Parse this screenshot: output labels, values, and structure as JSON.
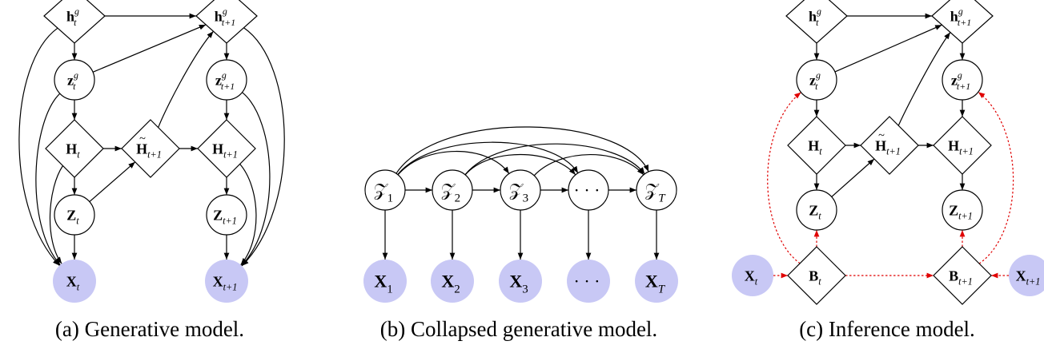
{
  "captions": {
    "a": "(a) Generative model.",
    "b": "(b) Collapsed generative model.",
    "c": "(c) Inference model."
  },
  "colors": {
    "observed_fill": "#c8c8f5",
    "inference_edge": "#e00000"
  },
  "labels": {
    "h": "h",
    "g": "g",
    "t": "t",
    "t1": "t+1",
    "z": "z",
    "H": "H",
    "Z": "Z",
    "X": "X",
    "B": "B",
    "Zc": "𝒵",
    "n1": "1",
    "n2": "2",
    "n3": "3",
    "T": "T",
    "dots": "· · ·"
  }
}
